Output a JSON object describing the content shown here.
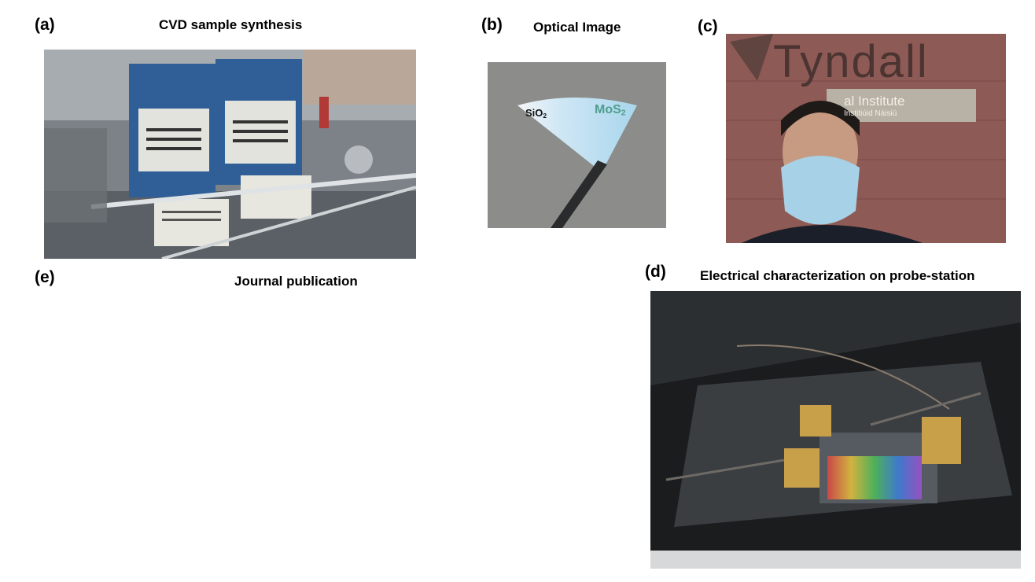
{
  "panels": {
    "a": {
      "label": "(a)",
      "title": "CVD sample synthesis",
      "image": "cvd-tube-furnace-photo"
    },
    "b": {
      "label": "(b)",
      "title": "Optical Image",
      "image": "optical-wafer-photo",
      "annotation_left": {
        "base": "SiO",
        "sub": "2"
      },
      "annotation_right": {
        "base": "MoS",
        "sub": "2"
      }
    },
    "c": {
      "label": "(c)",
      "title": "",
      "image": "tyndall-selfie-photo",
      "sign_main": "Tyndall",
      "sign_sub1": "al Institute",
      "sign_sub2": "Institiúid Náisiú"
    },
    "d": {
      "label": "(d)",
      "title": "Electrical characterization on probe-station",
      "image": "probe-station-photo"
    },
    "e": {
      "label": "(e)",
      "title": "Journal publication"
    }
  },
  "colors": {
    "furnace_blue": "#2f5f96",
    "sio2_text": "#111111",
    "mos2_text": "#4f9e8e",
    "brick": "#8e5a55"
  }
}
